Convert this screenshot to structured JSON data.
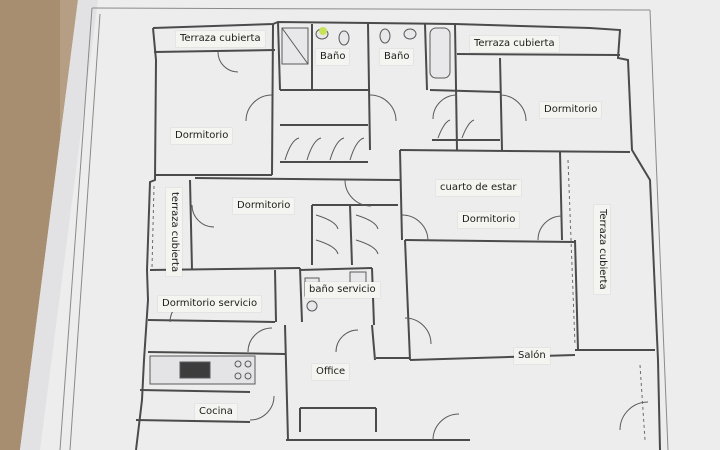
{
  "floor_plan": {
    "colors": {
      "paper": "#efeff0",
      "wall": "#4b4b4b",
      "background": "#b9a48a",
      "label_bg": "#f4f4f0"
    },
    "labels": {
      "terraza_top_left": "Terraza cubierta",
      "bano_1": "Baño",
      "bano_2": "Baño",
      "terraza_top_right": "Terraza cubierta",
      "dormitorio_top_left": "Dormitorio",
      "dormitorio_top_right": "Dormitorio",
      "cuarto_de_estar": "cuarto de estar",
      "dormitorio_center_left": "Dormitorio",
      "dormitorio_center_right": "Dormitorio",
      "terraza_left": "terraza cubierta",
      "terraza_right": "Terraza cubierta",
      "bano_servicio": "baño servicio",
      "dormitorio_servicio": "Dormitorio servicio",
      "office": "Office",
      "salon": "Salón",
      "cocina": "Cocina"
    }
  }
}
